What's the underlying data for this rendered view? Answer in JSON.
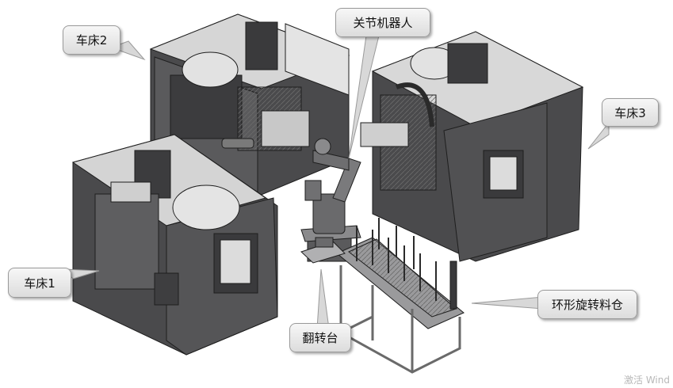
{
  "labels": {
    "lathe1": "车床1",
    "lathe2": "车床2",
    "lathe3": "车床3",
    "robot": "关节机器人",
    "flip_table": "翻转台",
    "ring_magazine": "环形旋转料仓"
  },
  "watermark": "激活 Wind",
  "colors": {
    "machine_dark": "#4a4a4c",
    "machine_mid": "#8a8a8c",
    "machine_light": "#d8d8d8",
    "outline": "#1e1e1e"
  }
}
